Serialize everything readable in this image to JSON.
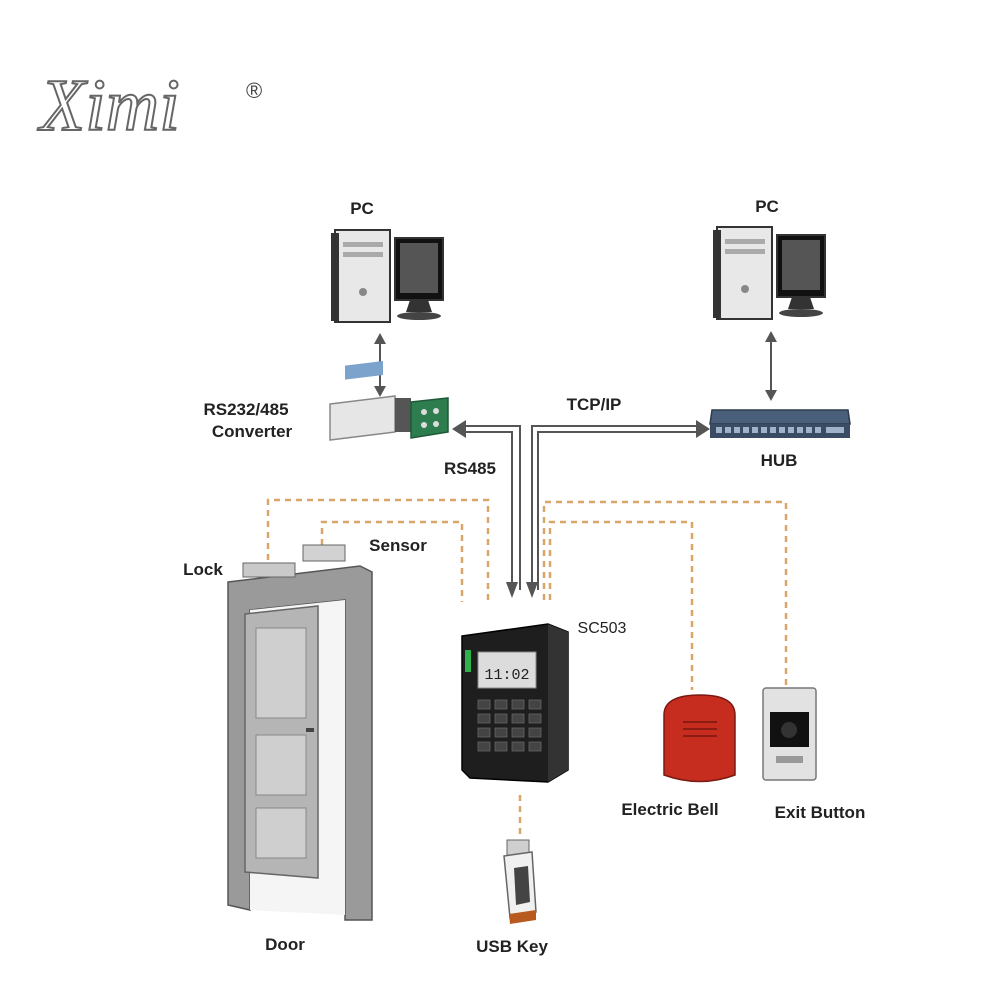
{
  "logo": {
    "brand": "Ximi",
    "mark": "®"
  },
  "labels": {
    "pc_left": "PC",
    "pc_right": "PC",
    "converter_line1": "RS232/485",
    "converter_line2": "Converter",
    "tcpip": "TCP/IP",
    "hub": "HUB",
    "rs485": "RS485",
    "sensor": "Sensor",
    "lock": "Lock",
    "controller": "SC503",
    "electric_bell": "Electric Bell",
    "exit_button": "Exit Button",
    "door": "Door",
    "usb_key": "USB Key"
  },
  "device_screen": {
    "line1": "11:02"
  },
  "colors": {
    "wire_dashed": "#d9a66a",
    "bus_line": "#555555",
    "bell_red": "#c62d1f",
    "controller_body": "#1e1e1e",
    "door_gray": "#9a9a9a"
  },
  "icons": [
    "computer-icon",
    "converter-icon",
    "network-hub-icon",
    "access-controller-icon",
    "door-icon",
    "electric-bell-icon",
    "exit-button-icon",
    "usb-key-icon",
    "door-sensor-icon",
    "electric-lock-icon"
  ]
}
